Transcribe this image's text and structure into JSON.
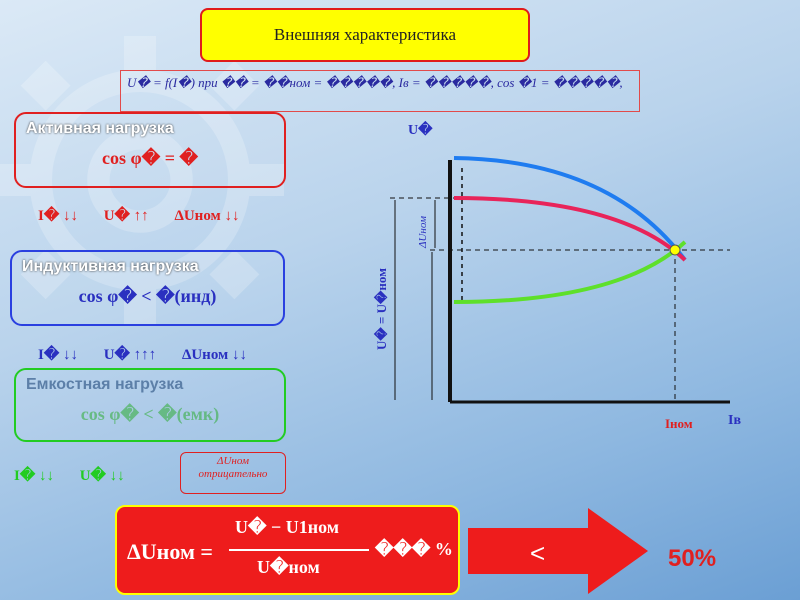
{
  "title": "Внешняя характеристика",
  "formula_line": "U� = f(I�)   при �� = ��ном = �����, Iв = �����, cos �1 = �����,",
  "boxes": {
    "active": {
      "title": "Активная нагрузка",
      "formula": "cos φ� = �"
    },
    "inductive": {
      "title": "Индуктивная    нагрузка",
      "formula": "cos φ� < �(инд)"
    },
    "capacitive": {
      "title": "Емкостная  нагрузка",
      "formula": "cos φ� < �(емк)"
    }
  },
  "relations": {
    "active": [
      "I� ↓↓",
      "U� ↑↑",
      "ΔUном ↓↓"
    ],
    "inductive": [
      "I� ↓↓",
      "U� ↑↑↑",
      "ΔUном ↓↓"
    ],
    "capacitive": [
      "I� ↓↓",
      "U� ↓↓"
    ]
  },
  "negative_note": {
    "label": "ΔUном",
    "text": "отрицательно"
  },
  "chart": {
    "y_label": "U�",
    "x_label": "Iв",
    "i_nom_label": "Iном",
    "delta_u_label": "ΔUном",
    "u_vertical_label": "U� = U�ном",
    "colors": {
      "active": "#e8245a",
      "inductive": "#1f7cf0",
      "capacitive": "#5ee02a"
    }
  },
  "bottom_formula": {
    "lhs": "ΔUном =",
    "numerator": "U� − U1ном",
    "denominator": "U�ном",
    "suffix": "��� %"
  },
  "arrow_symbol": "<",
  "percent": "50%"
}
